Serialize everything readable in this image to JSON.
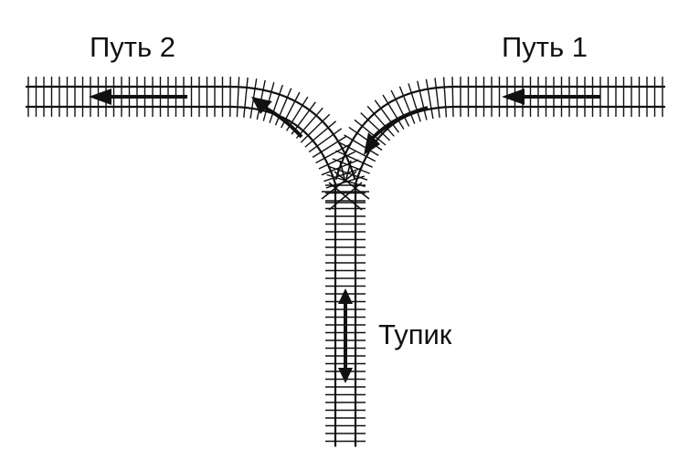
{
  "labels": {
    "track_2": "Путь 2",
    "track_1": "Путь 1",
    "dead_end": "Тупик"
  },
  "colors": {
    "ink": "#111111",
    "background": "#ffffff"
  }
}
